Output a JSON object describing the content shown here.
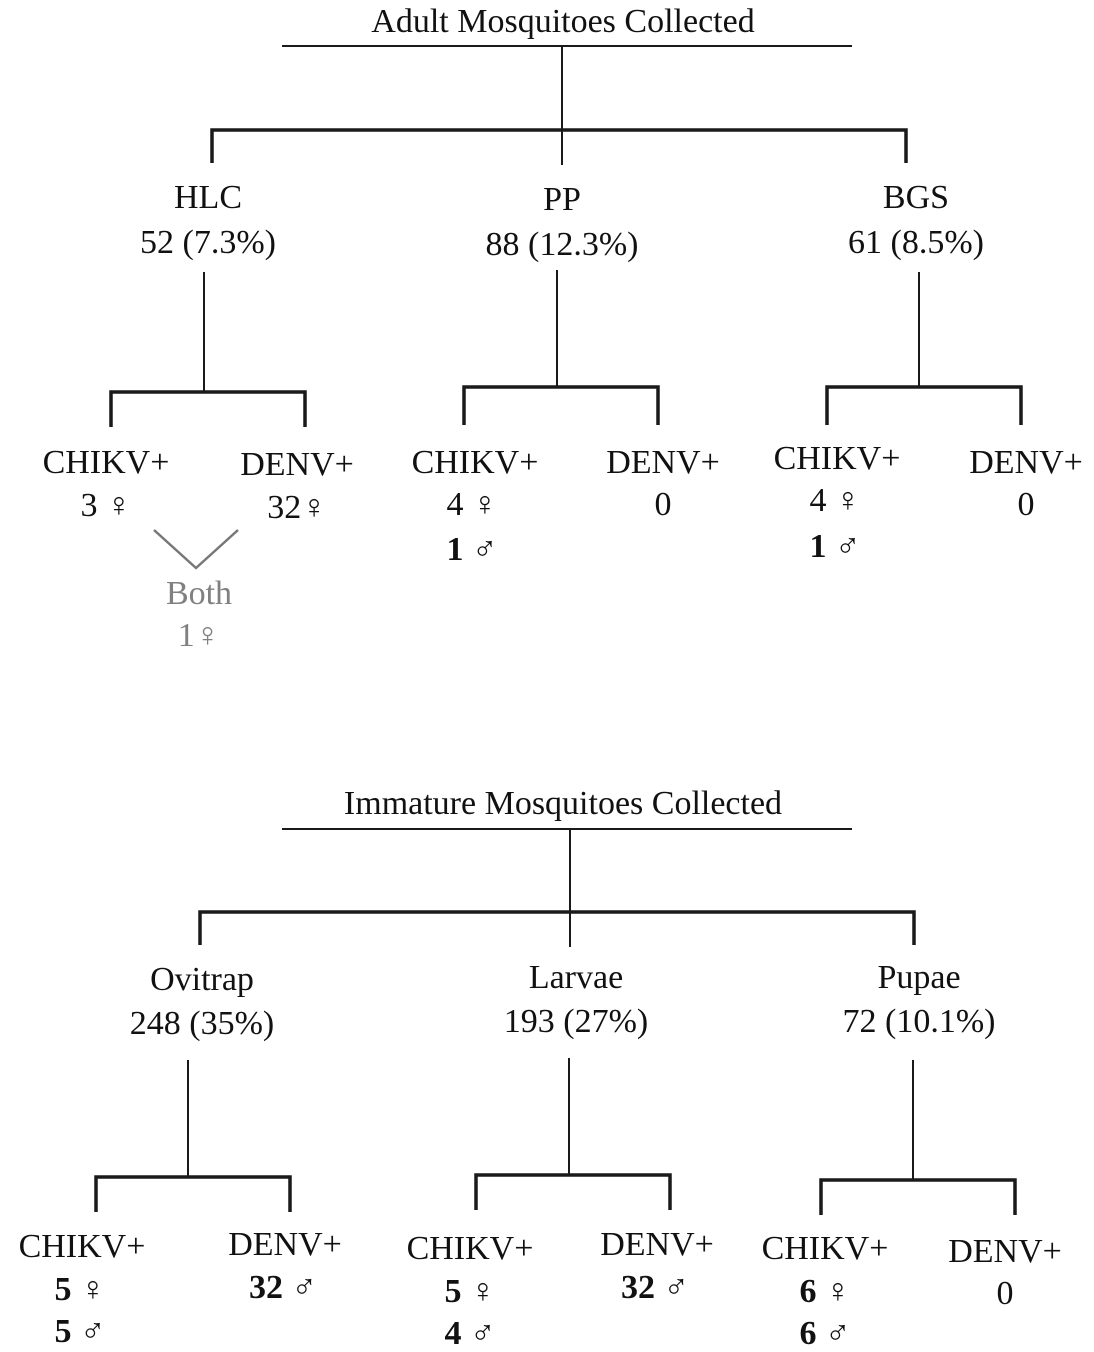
{
  "adult": {
    "title": "Adult Mosquitoes Collected",
    "methods": [
      {
        "name": "HLC",
        "count": "52 (7.3%)",
        "chikv": {
          "label": "CHIKV+",
          "female": "3 ♀"
        },
        "denv": {
          "label": "DENV+",
          "female": "32♀"
        },
        "both": {
          "label": "Both",
          "value": "1♀"
        }
      },
      {
        "name": "PP",
        "count": "88 (12.3%)",
        "chikv": {
          "label": "CHIKV+",
          "female": "4 ♀",
          "male_num": "1",
          "male_sym": "♂"
        },
        "denv": {
          "label": "DENV+",
          "value": "0"
        }
      },
      {
        "name": "BGS",
        "count": "61 (8.5%)",
        "chikv": {
          "label": "CHIKV+",
          "female": "4 ♀",
          "male_num": "1",
          "male_sym": "♂"
        },
        "denv": {
          "label": "DENV+",
          "value": "0"
        }
      }
    ]
  },
  "immature": {
    "title": "Immature Mosquitoes Collected",
    "methods": [
      {
        "name": "Ovitrap",
        "count": "248 (35%)",
        "chikv": {
          "label": "CHIKV+",
          "female_num": "5",
          "female_sym": "♀",
          "male_num": "5",
          "male_sym": "♂"
        },
        "denv": {
          "label": "DENV+",
          "male_num": "32",
          "male_sym": "♂"
        }
      },
      {
        "name": "Larvae",
        "count": "193 (27%)",
        "chikv": {
          "label": "CHIKV+",
          "female_num": "5",
          "female_sym": "♀",
          "male_num": "4",
          "male_sym": "♂"
        },
        "denv": {
          "label": "DENV+",
          "male_num": "32",
          "male_sym": "♂"
        }
      },
      {
        "name": "Pupae",
        "count": "72 (10.1%)",
        "chikv": {
          "label": "CHIKV+",
          "female_num": "6",
          "female_sym": "♀",
          "male_num": "6",
          "male_sym": "♂"
        },
        "denv": {
          "label": "DENV+",
          "value": "0"
        }
      }
    ]
  }
}
